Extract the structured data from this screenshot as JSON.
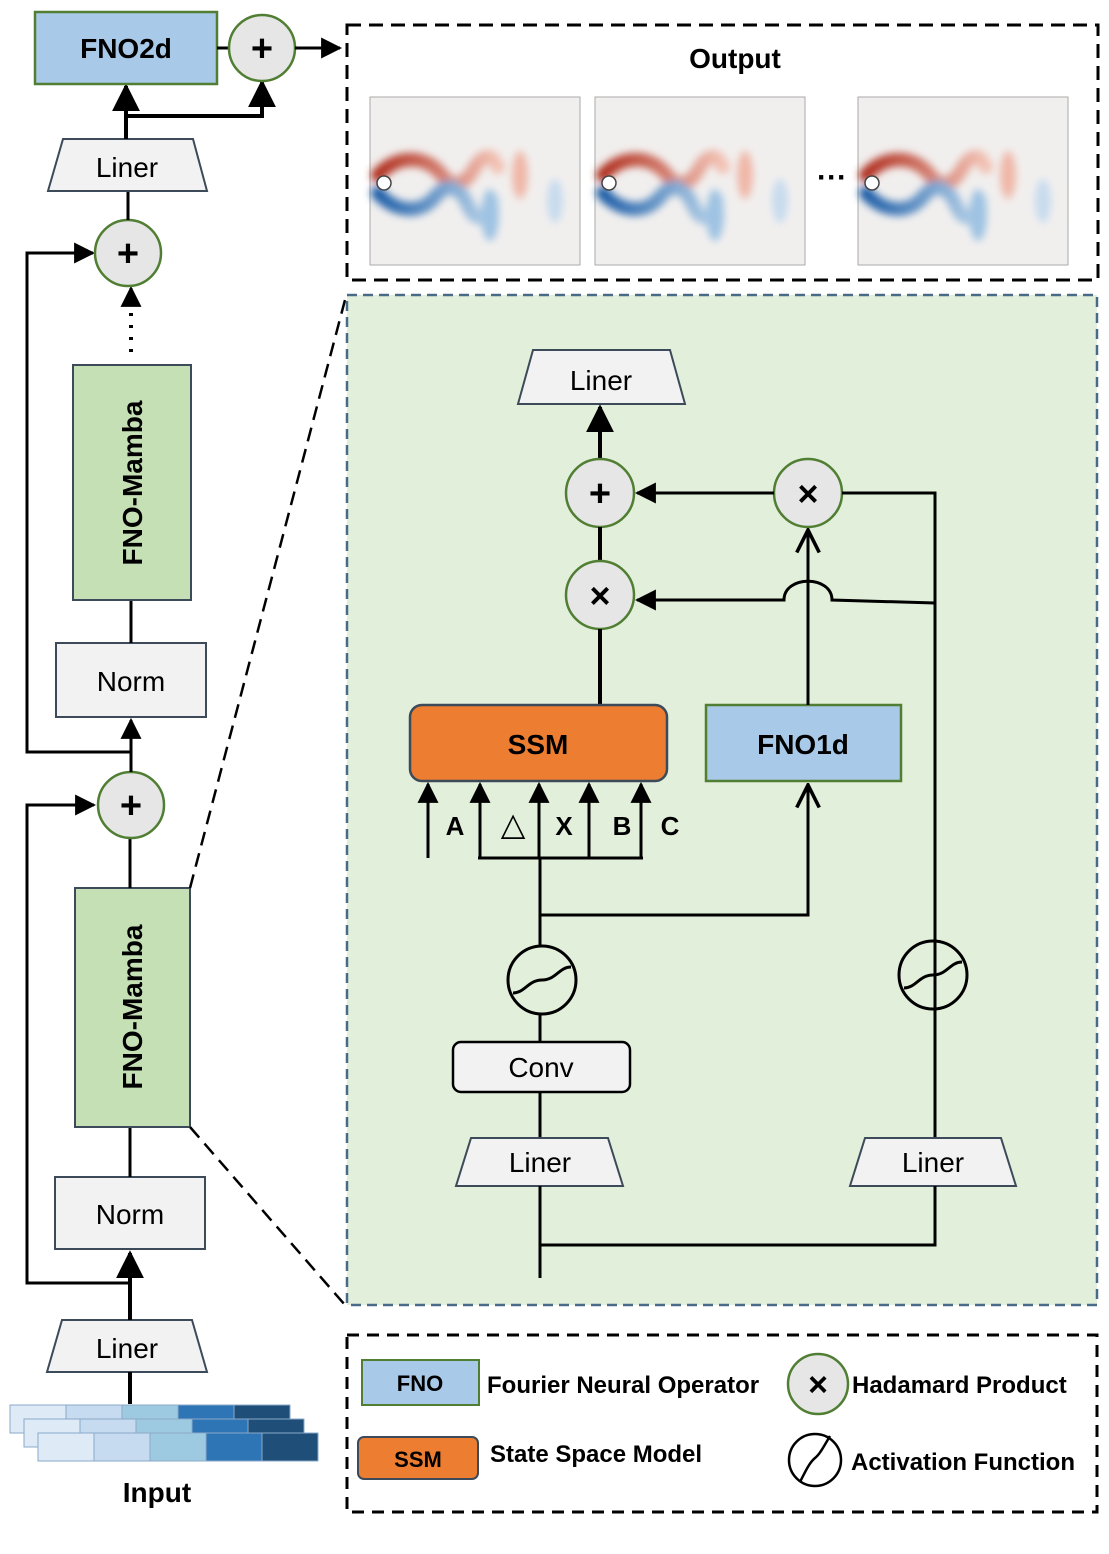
{
  "left_column": {
    "fno2d_label": "FNO2d",
    "liner_top_label": "Liner",
    "fno_mamba_upper_label": "FNO-Mamba",
    "norm_upper_label": "Norm",
    "fno_mamba_lower_label": "FNO-Mamba",
    "norm_lower_label": "Norm",
    "liner_bottom_label": "Liner",
    "input_label": "Input",
    "plus_symbol": "+",
    "ellipsis_symbol": "⋮"
  },
  "output_panel": {
    "title": "Output",
    "ellipsis": "···",
    "frame_count_shown": 3
  },
  "detail_block": {
    "liner_top_label": "Liner",
    "plus_symbol": "+",
    "times_symbol": "×",
    "ssm_label": "SSM",
    "fno1d_label": "FNO1d",
    "ssm_params": [
      "A",
      "△",
      "X",
      "B",
      "C"
    ],
    "conv_label": "Conv",
    "liner_left_label": "Liner",
    "liner_right_label": "Liner"
  },
  "legend": {
    "fno_swatch": "FNO",
    "fno_desc": "Fourier Neural Operator",
    "ssm_swatch": "SSM",
    "ssm_desc": "State Space Model",
    "hadamard_symbol": "×",
    "hadamard_desc": "Hadamard Product",
    "activation_desc": "Activation Function"
  },
  "colors": {
    "fno_blue": "#a9c9e8",
    "ssm_orange": "#ed7d31",
    "mamba_green": "#c5e0b4",
    "panel_green": "#e2efda",
    "light_gray": "#f2f2f2",
    "red_vortex": "#c0392b",
    "blue_vortex": "#2e75b6"
  }
}
